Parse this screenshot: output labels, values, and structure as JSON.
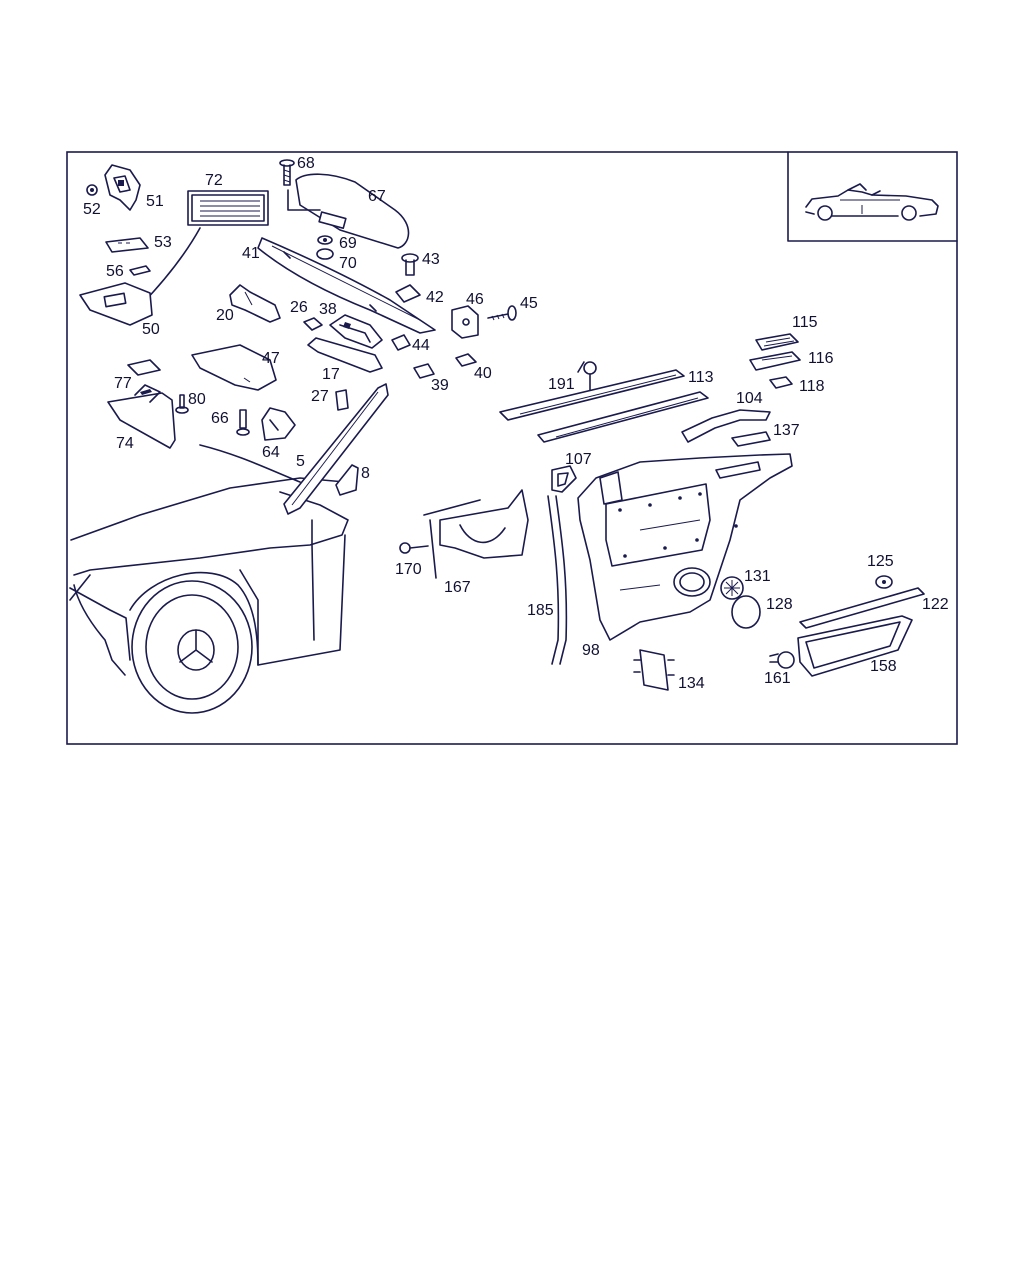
{
  "colors": {
    "ink": "#1a1a4d",
    "background": "#ffffff"
  },
  "labels": {
    "p52": "52",
    "p51": "51",
    "p72": "72",
    "p68": "68",
    "p67": "67",
    "p53": "53",
    "p41": "41",
    "p69": "69",
    "p70": "70",
    "p43": "43",
    "p56": "56",
    "p42": "42",
    "p50": "50",
    "p20": "20",
    "p26": "26",
    "p38": "38",
    "p46": "46",
    "p45": "45",
    "p47": "47",
    "p44": "44",
    "p17": "17",
    "p39": "39",
    "p40": "40",
    "p77": "77",
    "p80": "80",
    "p27": "27",
    "p66": "66",
    "p74": "74",
    "p64": "64",
    "p5": "5",
    "p8": "8",
    "p115": "115",
    "p116": "116",
    "p118": "118",
    "p191": "191",
    "p113": "113",
    "p104": "104",
    "p137": "137",
    "p107": "107",
    "p170": "170",
    "p167": "167",
    "p185": "185",
    "p98": "98",
    "p131": "131",
    "p128": "128",
    "p125": "125",
    "p122": "122",
    "p134": "134",
    "p161": "161",
    "p158": "158"
  }
}
